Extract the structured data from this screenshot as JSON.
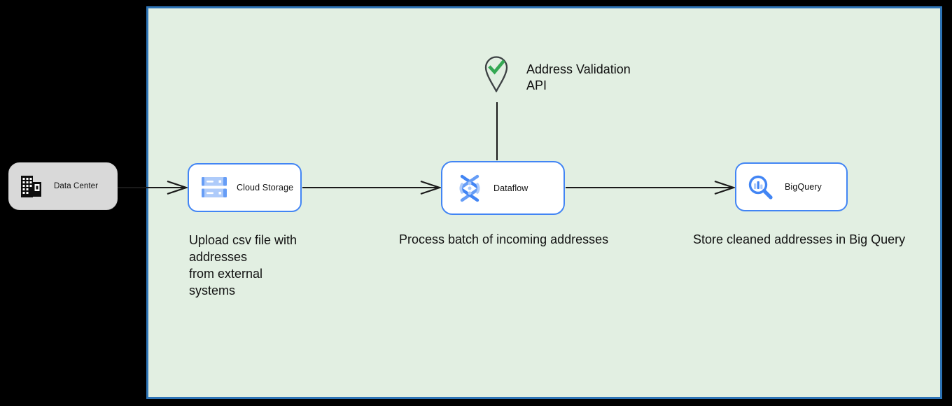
{
  "diagram": {
    "panel": {
      "fill": "#e2efe2",
      "border_color": "#2e74b6"
    },
    "nodes": [
      {
        "id": "data-center",
        "label": "Data Center",
        "icon": "building-icon",
        "fill": "#d9d9d9"
      },
      {
        "id": "cloud-storage",
        "label": "Cloud Storage",
        "icon": "cloud-storage-icon",
        "description": "Upload csv file with\naddresses\nfrom external\nsystems"
      },
      {
        "id": "dataflow",
        "label": "Dataflow",
        "icon": "dataflow-icon",
        "description": "Process batch of incoming addresses"
      },
      {
        "id": "bigquery",
        "label": "BigQuery",
        "icon": "bigquery-icon",
        "description": "Store cleaned addresses in Big Query"
      }
    ],
    "annotation": {
      "id": "address-validation",
      "label": "Address Validation\nAPI",
      "icon": "map-pin-check-icon",
      "pin_outline_color": "#3c4043",
      "check_color": "#34a853"
    },
    "edges": [
      {
        "from": "data-center",
        "to": "cloud-storage"
      },
      {
        "from": "cloud-storage",
        "to": "dataflow"
      },
      {
        "from": "dataflow",
        "to": "bigquery"
      },
      {
        "from": "address-validation",
        "to": "dataflow",
        "style": "plain-line"
      }
    ],
    "colors": {
      "node_border": "#4285f4",
      "icon_blue": "#4285f4",
      "icon_medium_blue": "#669df6",
      "icon_light_blue": "#aecbfa",
      "arrow": "#1a1a1a",
      "text": "#111111",
      "data_center_fill": "#d9d9d9",
      "canvas_bg": "#000000"
    }
  }
}
